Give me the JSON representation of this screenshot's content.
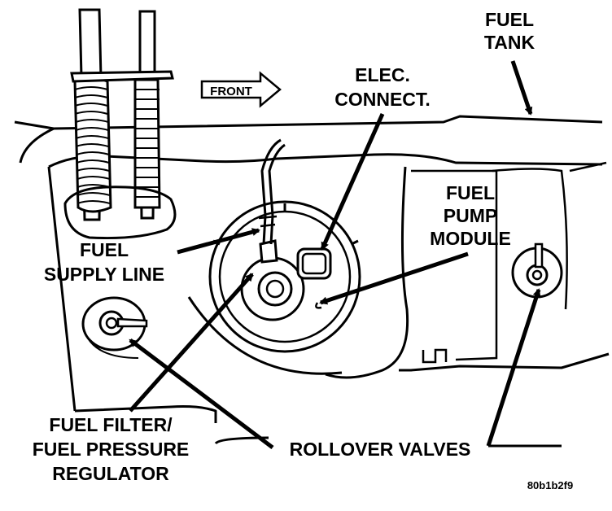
{
  "labels": {
    "fuel_tank_1": "FUEL",
    "fuel_tank_2": "TANK",
    "front": "FRONT",
    "elec_1": "ELEC.",
    "elec_2": "CONNECT.",
    "pump_1": "FUEL",
    "pump_2": "PUMP",
    "pump_3": "MODULE",
    "supply_1": "FUEL",
    "supply_2": "SUPPLY LINE",
    "filter_1": "FUEL FILTER/",
    "filter_2": "FUEL PRESSURE",
    "filter_3": "REGULATOR",
    "rollover": "ROLLOVER VALVES",
    "figure_code": "80b1b2f9"
  },
  "colors": {
    "ink": "#000000",
    "paper": "#ffffff"
  }
}
